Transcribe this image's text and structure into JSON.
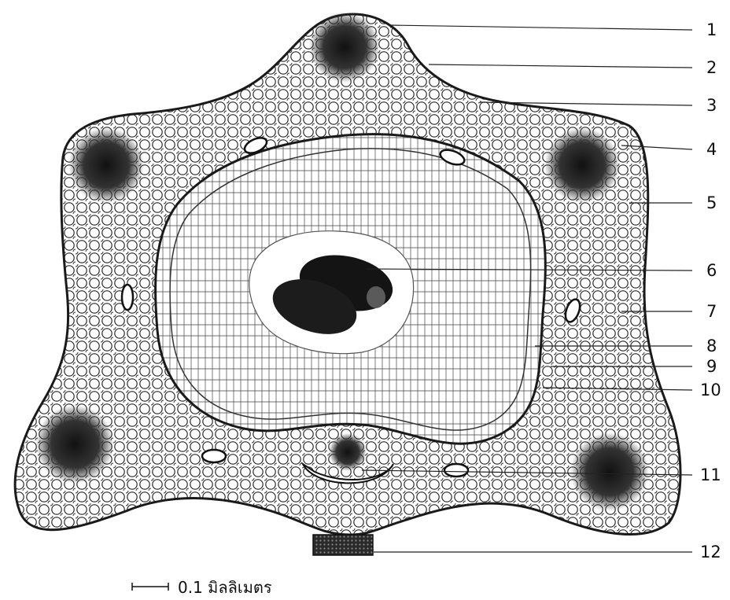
{
  "figure": {
    "labels": [
      "1",
      "2",
      "3",
      "4",
      "5",
      "6",
      "7",
      "8",
      "9",
      "10",
      "11",
      "12"
    ],
    "scale_bar_text": "0.1 มิลลิเมตร"
  }
}
